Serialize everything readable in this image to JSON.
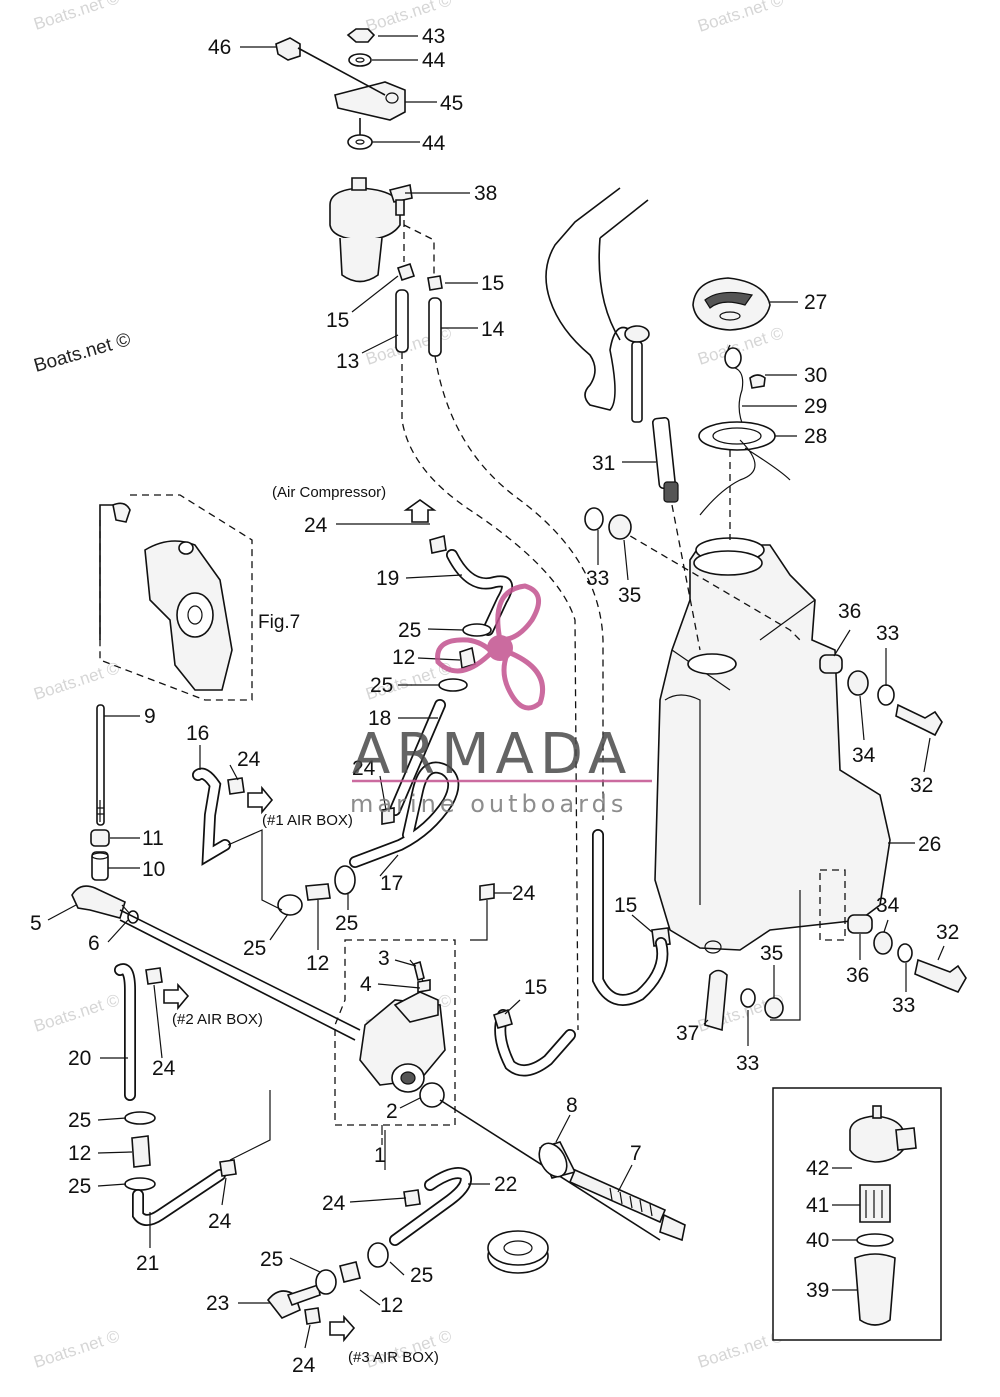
{
  "diagram": {
    "parts": [
      {
        "num": "1"
      },
      {
        "num": "2"
      },
      {
        "num": "3"
      },
      {
        "num": "4"
      },
      {
        "num": "5"
      },
      {
        "num": "6"
      },
      {
        "num": "7"
      },
      {
        "num": "8"
      },
      {
        "num": "9"
      },
      {
        "num": "10"
      },
      {
        "num": "11"
      },
      {
        "num": "12"
      },
      {
        "num": "13"
      },
      {
        "num": "14"
      },
      {
        "num": "15"
      },
      {
        "num": "16"
      },
      {
        "num": "17"
      },
      {
        "num": "18"
      },
      {
        "num": "19"
      },
      {
        "num": "20"
      },
      {
        "num": "21"
      },
      {
        "num": "22"
      },
      {
        "num": "23"
      },
      {
        "num": "24"
      },
      {
        "num": "25"
      },
      {
        "num": "26"
      },
      {
        "num": "27"
      },
      {
        "num": "28"
      },
      {
        "num": "29"
      },
      {
        "num": "30"
      },
      {
        "num": "31"
      },
      {
        "num": "32"
      },
      {
        "num": "33"
      },
      {
        "num": "34"
      },
      {
        "num": "35"
      },
      {
        "num": "36"
      },
      {
        "num": "37"
      },
      {
        "num": "38"
      },
      {
        "num": "39"
      },
      {
        "num": "40"
      },
      {
        "num": "41"
      },
      {
        "num": "42"
      },
      {
        "num": "43"
      },
      {
        "num": "44"
      },
      {
        "num": "45"
      },
      {
        "num": "46"
      }
    ],
    "annotations": {
      "air_compressor": "(Air Compressor)",
      "air_box_1": "(#1 AIR BOX)",
      "air_box_2": "(#2 AIR BOX)",
      "air_box_3": "(#3 AIR BOX)",
      "fig": "Fig.7"
    },
    "credit": "Boats.net ©",
    "watermark_text": "Boats.net ©"
  },
  "overlay": {
    "brand": "ARMADA",
    "tagline": "marine outboards",
    "brand_color": "#c2528f"
  }
}
